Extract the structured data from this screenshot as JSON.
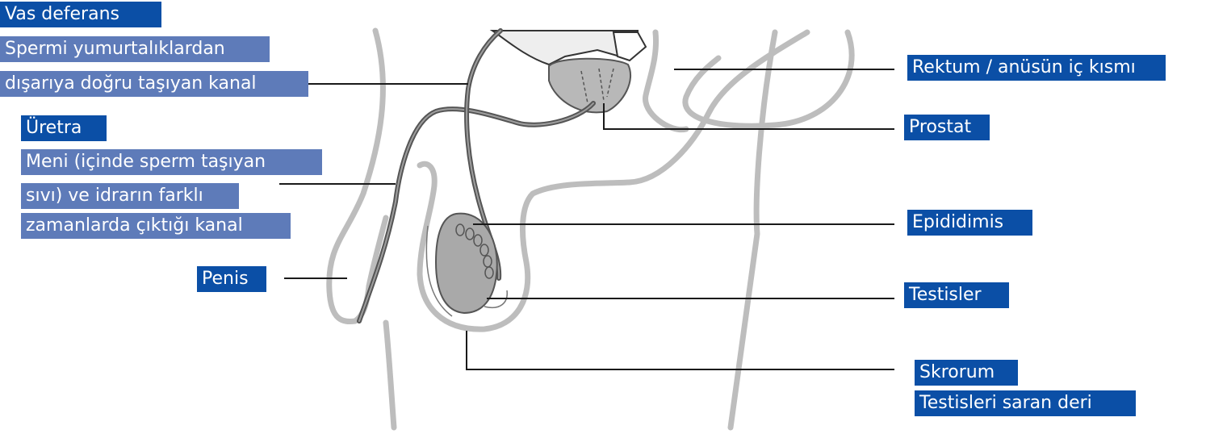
{
  "colors": {
    "label_dark": "#0b4fa6",
    "label_light": "#5e7bb9",
    "outline": "#bdbdbd",
    "organ_fill": "#a9a9a9",
    "duct": "#6d6d6d",
    "leader": "#1a1a1a"
  },
  "labels": {
    "vas_deferens": {
      "title": "Vas deferans",
      "desc_line1": "Spermi yumurtalıklardan",
      "desc_line2": "dışarıya doğru taşıyan kanal"
    },
    "urethra": {
      "title": "Üretra",
      "desc_line1": "Meni (içinde sperm taşıyan",
      "desc_line2": "sıvı) ve idrarın farklı",
      "desc_line3": "zamanlarda çıktığı kanal"
    },
    "penis": {
      "title": "Penis"
    },
    "rectum": {
      "title": "Rektum / anüsün iç kısmı"
    },
    "prostate": {
      "title": "Prostat"
    },
    "epididymis": {
      "title": "Epididimis"
    },
    "testes": {
      "title": "Testisler"
    },
    "scrotum": {
      "title": "Skrorum",
      "desc": "Testisleri saran deri"
    }
  }
}
